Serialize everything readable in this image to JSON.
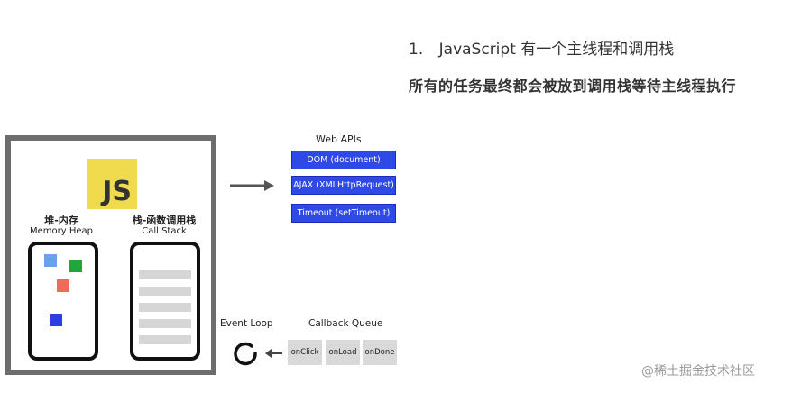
{
  "heading": {
    "number": "1.",
    "title": "JavaScript 有一个主线程和调用栈",
    "subtitle": "所有的任务最终都会被放到调用栈等待主线程执行"
  },
  "engine": {
    "logo_text": "JS",
    "heap_label_cn": "堆-内存",
    "heap_label_en": "Memory Heap",
    "stack_label_cn": "栈-函数调用栈",
    "stack_label_en": "Call Stack"
  },
  "web_apis": {
    "title": "Web APIs",
    "items": [
      "DOM (document)",
      "AJAX (XMLHttpRequest)",
      "Timeout (setTimeout)"
    ]
  },
  "event_loop": {
    "title": "Event Loop"
  },
  "callback_queue": {
    "title": "Callback Queue",
    "items": [
      "onClick",
      "onLoad",
      "onDone"
    ]
  },
  "watermark": "@稀土掘金技术社区",
  "colors": {
    "api_box": "#2f49e8",
    "js_logo": "#f0db4f",
    "engine_border": "#6d6d6d",
    "heap_blue_light": "#6aa0f0",
    "heap_green": "#1fa83a",
    "heap_red": "#ef6a5a",
    "heap_blue": "#2d3fe0"
  }
}
